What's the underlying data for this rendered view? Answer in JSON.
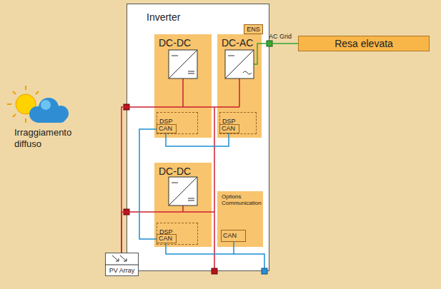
{
  "diagram": {
    "nodes": [
      {
        "text": [
          "Inverter"
        ]
      },
      {
        "text": [
          "ENS"
        ],
        "in": 0
      },
      {
        "text": [
          "DC-DC"
        ],
        "in": 0
      },
      {
        "text": [
          "DSP"
        ],
        "in": 2
      },
      {
        "text": [
          "CAN"
        ],
        "in": 3
      },
      {
        "text": [
          "DC-AC"
        ],
        "in": 0
      },
      {
        "text": [
          "DSP"
        ],
        "in": 5
      },
      {
        "text": [
          "CAN"
        ],
        "in": 6
      },
      {
        "text": [
          "DC-DC"
        ],
        "in": 0
      },
      {
        "text": [
          "DSP"
        ],
        "in": 8
      },
      {
        "text": [
          "CAN"
        ],
        "in": 9
      },
      {
        "text": [
          "Options Communication"
        ],
        "in": 0
      },
      {
        "text": [
          "CAN"
        ],
        "in": 11
      },
      {
        "text": [
          "Resa elevata"
        ]
      },
      {
        "text": [
          "PV Array"
        ]
      }
    ],
    "edges": [
      {
        "from": 14,
        "to": 2,
        "arrow": "none"
      },
      {
        "from": 14,
        "to": 8,
        "arrow": "none"
      },
      {
        "from": 2,
        "to": 5,
        "arrow": "none"
      },
      {
        "from": 5,
        "to": 13,
        "label": "AC Grid",
        "arrow": "none"
      },
      {
        "from": 4,
        "to": 7,
        "arrow": "none"
      },
      {
        "from": 4,
        "to": 10,
        "arrow": "none"
      },
      {
        "from": 10,
        "to": 12,
        "arrow": "none"
      }
    ],
    "labels": [
      "Irraggiamento diffuso"
    ]
  }
}
